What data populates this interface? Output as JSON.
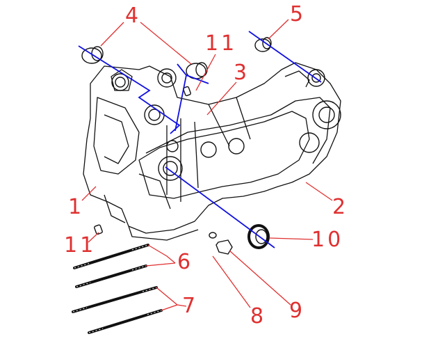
{
  "diagram": {
    "callouts": {
      "c4": "4",
      "c5": "5",
      "c11_top": "11",
      "c3": "3",
      "c1": "1",
      "c2": "2",
      "c11_bottom": "11",
      "c10": "10",
      "c6": "6",
      "c7": "7",
      "c8": "8",
      "c9": "9"
    },
    "colors": {
      "callout": "#e03030",
      "axis_line": "#1010e0",
      "drawing": "#111111"
    }
  }
}
